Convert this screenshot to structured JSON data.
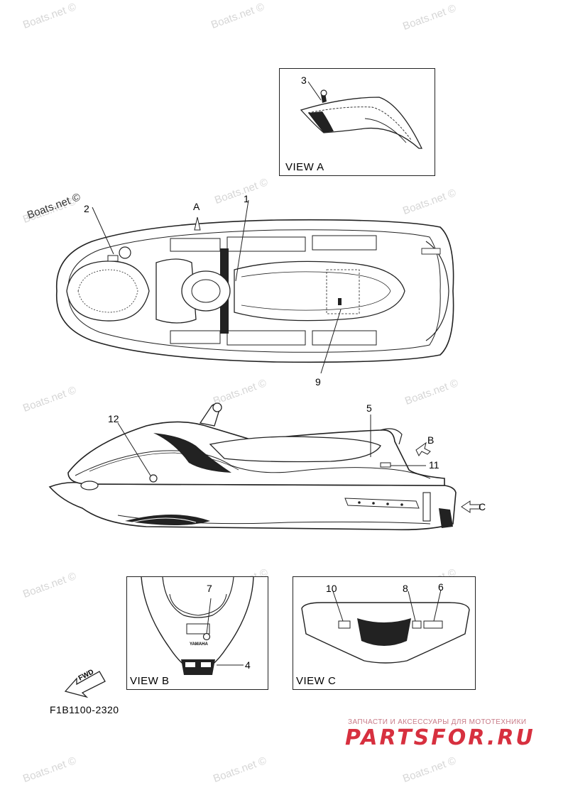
{
  "watermarks": [
    "Boats.net ©",
    "Boats.net ©",
    "Boats.net ©",
    "Boats.net ©",
    "Boats.net ©",
    "Boats.net ©",
    "Boats.net ©",
    "Boats.net ©",
    "Boats.net ©",
    "Boats.net ©",
    "Boats.net ©",
    "Boats.net ©",
    "Boats.net ©",
    "Boats.net ©",
    "Boats.net ©"
  ],
  "watermark_dark": "Boats.net ©",
  "views": {
    "a": "VIEW A",
    "b": "VIEW B",
    "c": "VIEW C"
  },
  "markers": {
    "a": "A",
    "b": "B",
    "c": "C"
  },
  "callouts": {
    "c1": "1",
    "c2": "2",
    "c3": "3",
    "c4": "4",
    "c5": "5",
    "c6": "6",
    "c7": "7",
    "c8": "8",
    "c9": "9",
    "c10": "10",
    "c11": "11",
    "c12": "12"
  },
  "fwd_label": "FWD",
  "nozzle_text": "YAMAHA",
  "part_code": "F1B1100-2320",
  "brand": {
    "tagline": "ЗАПЧАСТИ И АКСЕССУАРЫ ДЛЯ МОТОТЕХНИКИ",
    "name": "PARTSFOR.RU"
  }
}
